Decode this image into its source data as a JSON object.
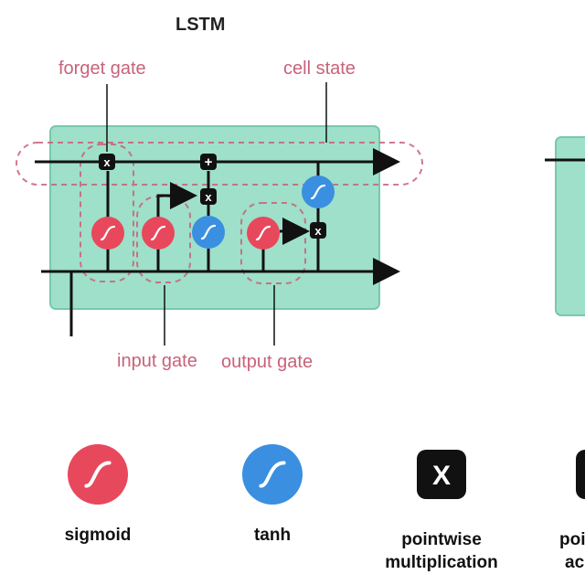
{
  "title": "LSTM",
  "labels": {
    "forget_gate": "forget gate",
    "cell_state": "cell state",
    "input_gate": "input gate",
    "output_gate": "output gate"
  },
  "legend": {
    "sigmoid": "sigmoid",
    "tanh": "tanh",
    "pointwise_mult_1": "pointwise",
    "pointwise_mult_2": "multiplication",
    "cut_1": "poi",
    "cut_2": "ac"
  },
  "ops": {
    "mult": "x",
    "add": "+",
    "mult_big": "X"
  },
  "colors": {
    "cell": "#9ee0c9",
    "cell_border": "#79c8ad",
    "sigmoid": "#e8485c",
    "tanh": "#3a8fe0",
    "accent": "#c8627a",
    "line": "#111111"
  },
  "icons": [
    "sigmoid-icon",
    "tanh-icon",
    "multiply-icon",
    "add-icon",
    "arrow-icon"
  ]
}
